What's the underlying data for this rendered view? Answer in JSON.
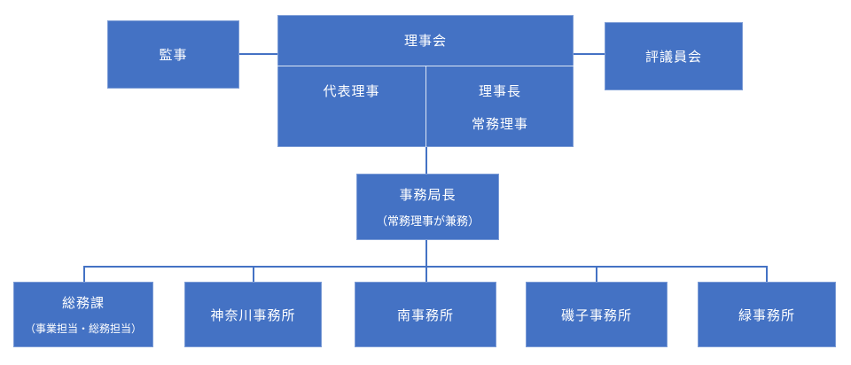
{
  "colors": {
    "canvas_bg": "#ffffff",
    "box_fill": "#4472C4",
    "connector": "#4472C4",
    "divider": "#dce6f5",
    "text": "#ffffff"
  },
  "org_chart": {
    "auditor": {
      "label": "監事"
    },
    "board": {
      "label": "理事会"
    },
    "council": {
      "label": "評議員会"
    },
    "board_sub": {
      "representative_director": "代表理事",
      "chairman": "理事長",
      "managing_director": "常務理事"
    },
    "secretary_general": {
      "label": "事務局長",
      "note": "（常務理事が兼務）"
    },
    "departments": [
      {
        "label": "総務課",
        "note": "（事業担当・総務担当）"
      },
      {
        "label": "神奈川事務所"
      },
      {
        "label": "南事務所"
      },
      {
        "label": "磯子事務所"
      },
      {
        "label": "緑事務所"
      }
    ]
  }
}
